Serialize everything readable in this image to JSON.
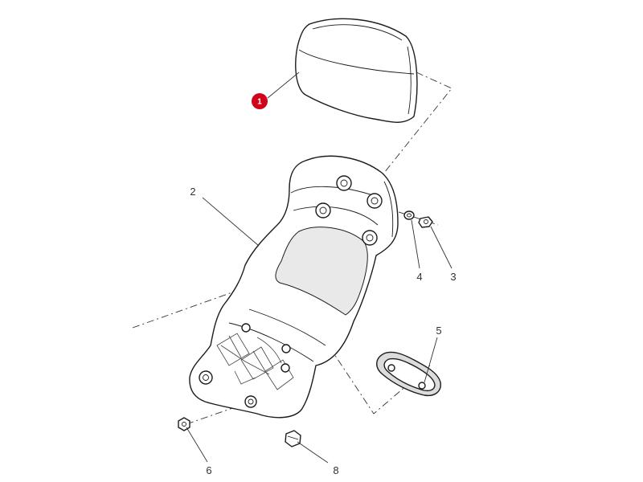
{
  "callouts": [
    {
      "id": "1",
      "label": "1",
      "highlighted": true
    },
    {
      "id": "2",
      "label": "2",
      "highlighted": false
    },
    {
      "id": "3",
      "label": "3",
      "highlighted": false
    },
    {
      "id": "4",
      "label": "4",
      "highlighted": false
    },
    {
      "id": "5",
      "label": "5",
      "highlighted": false
    },
    {
      "id": "6",
      "label": "6",
      "highlighted": false
    },
    {
      "id": "8",
      "label": "8",
      "highlighted": false
    }
  ],
  "colors": {
    "highlight": "#d0021b",
    "line": "#1c1c1c",
    "background": "#ffffff"
  }
}
